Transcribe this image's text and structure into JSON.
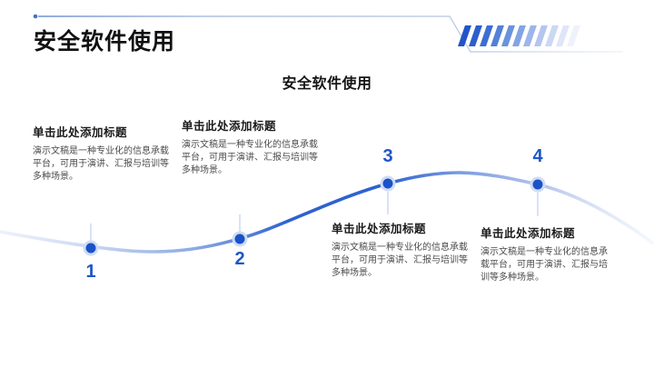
{
  "slide": {
    "title": "安全软件使用",
    "subtitle": "安全软件使用"
  },
  "colors": {
    "accent": "#1E56C9",
    "curve_dark": "#2E62CF",
    "curve_light": "#C9D7F2",
    "title_text": "#111111",
    "body_text": "#4B4B4B"
  },
  "header": {
    "stripe_colors": [
      "#2254C6",
      "#2D5FCC",
      "#3E6DD2",
      "#5380D8",
      "#6A92DE",
      "#83A4E4",
      "#9CB5EA",
      "#B4C6EF",
      "#CBD7F4",
      "#DEE6F8",
      "#EEF2FB"
    ]
  },
  "timeline": {
    "items": [
      {
        "number": "1",
        "heading": "单击此处添加标题",
        "body": "演示文稿是一种专业化的信息承载平台，可用于演讲、汇报与培训等多种场景。"
      },
      {
        "number": "2",
        "heading": "单击此处添加标题",
        "body": "演示文稿是一种专业化的信息承载平台，可用于演讲、汇报与培训等多种场景。"
      },
      {
        "number": "3",
        "heading": "单击此处添加标题",
        "body": "演示文稿是一种专业化的信息承载平台，可用于演讲、汇报与培训等多种场景。"
      },
      {
        "number": "4",
        "heading": "单击此处添加标题",
        "body": "演示文稿是一种专业化的信息承载平台，可用于演讲、汇报与培训等多种场景。"
      }
    ]
  }
}
